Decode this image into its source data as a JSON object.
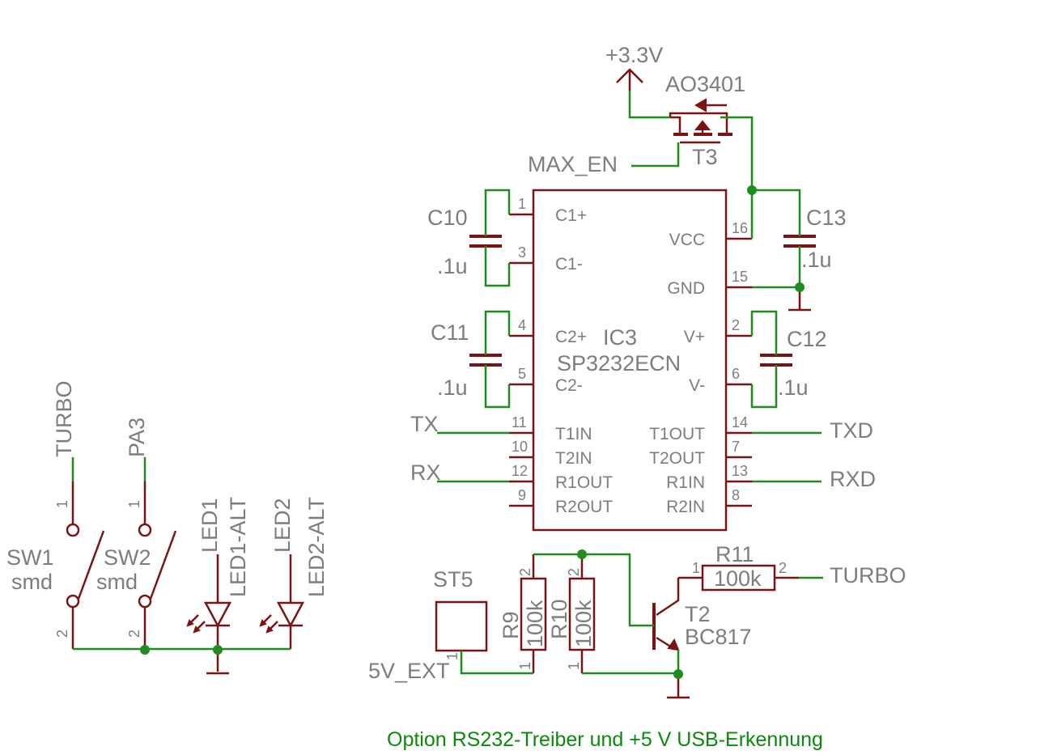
{
  "supply": "+3.3V",
  "t3": {
    "value": "AO3401",
    "name": "T3",
    "gate_net": "MAX_EN"
  },
  "ic3": {
    "name": "IC3",
    "value": "SP3232ECN",
    "pins_left": [
      {
        "num": "1",
        "label": "C1+"
      },
      {
        "num": "3",
        "label": "C1-"
      },
      {
        "num": "4",
        "label": "C2+"
      },
      {
        "num": "5",
        "label": "C2-"
      },
      {
        "num": "11",
        "label": "T1IN"
      },
      {
        "num": "10",
        "label": "T2IN"
      },
      {
        "num": "12",
        "label": "R1OUT"
      },
      {
        "num": "9",
        "label": "R2OUT"
      }
    ],
    "pins_right": [
      {
        "num": "16",
        "label": "VCC"
      },
      {
        "num": "15",
        "label": "GND"
      },
      {
        "num": "2",
        "label": "V+"
      },
      {
        "num": "6",
        "label": "V-"
      },
      {
        "num": "14",
        "label": "T1OUT"
      },
      {
        "num": "7",
        "label": "T2OUT"
      },
      {
        "num": "13",
        "label": "R1IN"
      },
      {
        "num": "8",
        "label": "R2IN"
      }
    ]
  },
  "caps": {
    "c10": {
      "name": "C10",
      "value": ".1u"
    },
    "c11": {
      "name": "C11",
      "value": ".1u"
    },
    "c12": {
      "name": "C12",
      "value": ".1u"
    },
    "c13": {
      "name": "C13",
      "value": ".1u"
    }
  },
  "nets": {
    "tx": "TX",
    "rx": "RX",
    "txd": "TXD",
    "rxd": "RXD",
    "turbo": "TURBO",
    "pa3": "PA3",
    "ext5v": "5V_EXT"
  },
  "switches": {
    "sw1": {
      "name": "SW1",
      "value": "smd",
      "pin1": "1",
      "pin2": "2"
    },
    "sw2": {
      "name": "SW2",
      "value": "smd",
      "pin1": "1",
      "pin2": "2"
    }
  },
  "leds": [
    "LED1",
    "LED1-ALT",
    "LED2",
    "LED2-ALT"
  ],
  "resistors": {
    "r9": {
      "name": "R9",
      "value": "100k",
      "pin1": "1",
      "pin2": "2"
    },
    "r10": {
      "name": "R10",
      "value": "100k",
      "pin1": "1",
      "pin2": "2"
    },
    "r11": {
      "name": "R11",
      "value": "100k",
      "pin1": "1",
      "pin2": "2"
    }
  },
  "st5": {
    "name": "ST5",
    "pin": "1"
  },
  "t2": {
    "name": "T2",
    "value": "BC817"
  },
  "note": "Option RS232-Treiber und +5 V USB-Erkennung",
  "colors": {
    "wire": "#1e8c1e",
    "symbol": "#7a1414",
    "text": "#7d7d7d",
    "note": "#0a8a0a"
  }
}
